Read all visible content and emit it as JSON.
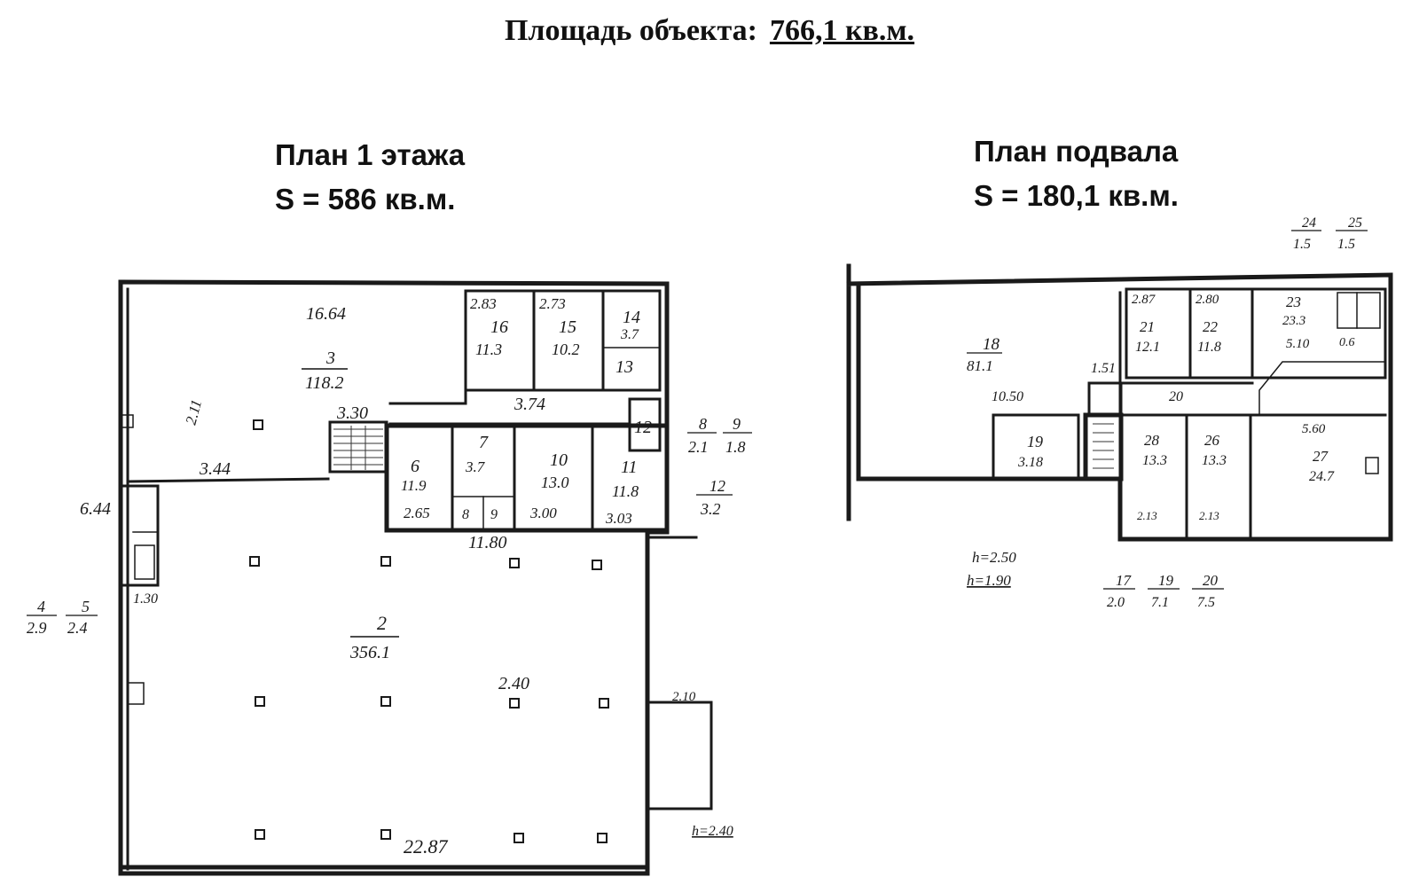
{
  "header": {
    "title_label": "Площадь объекта:",
    "title_value": "766,1 кв.м."
  },
  "floor1": {
    "title": "План 1 этажа",
    "area": "S = 586 кв.м.",
    "rooms": [
      {
        "n": "2",
        "a": "356.1"
      },
      {
        "n": "3",
        "a": "118.2"
      },
      {
        "n": "6",
        "a": "11.9"
      },
      {
        "n": "7",
        "a": "3.7"
      },
      {
        "n": "10",
        "a": "13.0"
      },
      {
        "n": "11",
        "a": "11.8"
      },
      {
        "n": "12",
        "a": ""
      },
      {
        "n": "13",
        "a": ""
      },
      {
        "n": "14",
        "a": "3.7"
      },
      {
        "n": "15",
        "a": "10.2"
      },
      {
        "n": "16",
        "a": "11.3"
      },
      {
        "n": "8",
        "a": ""
      },
      {
        "n": "9",
        "a": ""
      }
    ],
    "dims": [
      "16.64",
      "3.30",
      "3.74",
      "3.44",
      "2.83",
      "2.73",
      "2.65",
      "3.00",
      "3.03",
      "11.80",
      "2.40",
      "22.87",
      "6.44",
      "1.30",
      "2.10",
      "2.11"
    ],
    "outside": [
      {
        "n": "4",
        "a": "2.9"
      },
      {
        "n": "5",
        "a": "2.4"
      },
      {
        "n": "8",
        "a": "2.1"
      },
      {
        "n": "9",
        "a": "1.8"
      },
      {
        "n": "12",
        "a": "3.2"
      }
    ],
    "height": "h=2.40"
  },
  "basement": {
    "title": "План подвала",
    "area": "S = 180,1 кв.м.",
    "rooms": [
      {
        "n": "18",
        "a": "81.1"
      },
      {
        "n": "19",
        "a": "3.18"
      },
      {
        "n": "20",
        "a": ""
      },
      {
        "n": "21",
        "a": "12.1"
      },
      {
        "n": "22",
        "a": "11.8"
      },
      {
        "n": "23",
        "a": "23.3"
      },
      {
        "n": "26",
        "a": "13.3"
      },
      {
        "n": "27",
        "a": "24.7"
      },
      {
        "n": "28",
        "a": "13.3"
      }
    ],
    "dims": [
      "2.87",
      "2.80",
      "10.50",
      "1.51",
      "5.10",
      "5.60",
      "2.13",
      "2.13",
      "0.6"
    ],
    "outside_top": [
      {
        "n": "24",
        "a": "1.5"
      },
      {
        "n": "25",
        "a": "1.5"
      }
    ],
    "outside_bottom": [
      {
        "n": "17",
        "a": "2.0"
      },
      {
        "n": "19",
        "a": "7.1"
      },
      {
        "n": "20",
        "a": "7.5"
      }
    ],
    "heights": [
      "h=2.50",
      "h=1.90"
    ]
  }
}
